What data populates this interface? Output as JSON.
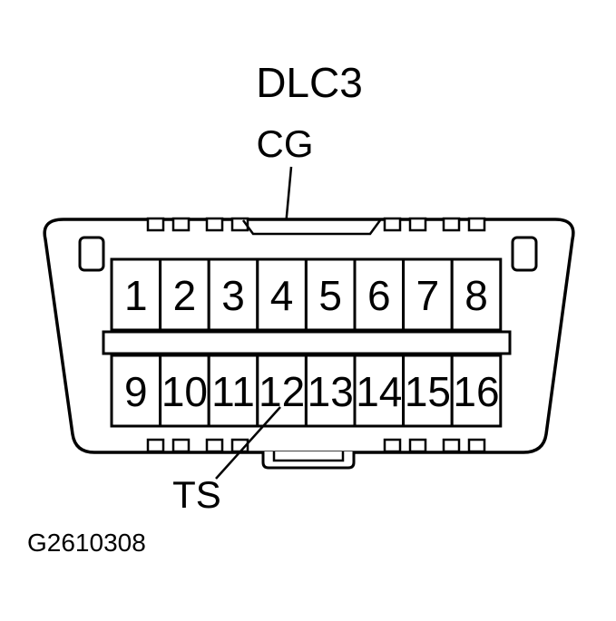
{
  "diagram": {
    "title": "DLC3",
    "labels": {
      "cg": "CG",
      "ts": "TS"
    },
    "figure_code": "G2610308",
    "pins_row1": [
      "1",
      "2",
      "3",
      "4",
      "5",
      "6",
      "7",
      "8"
    ],
    "pins_row2": [
      "9",
      "10",
      "11",
      "12",
      "13",
      "14",
      "15",
      "16"
    ],
    "colors": {
      "line": "#000000",
      "background": "#ffffff"
    }
  }
}
